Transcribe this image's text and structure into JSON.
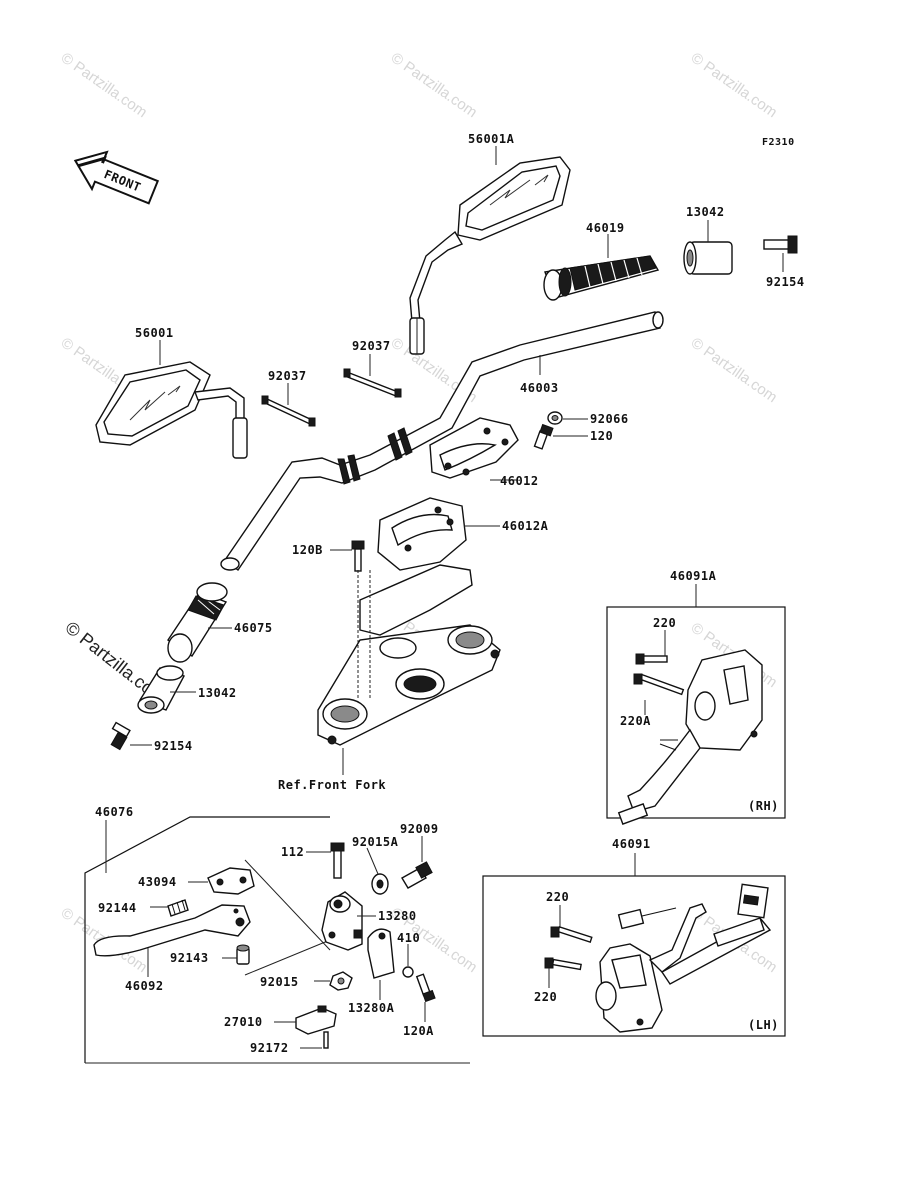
{
  "figure_code": "F2310",
  "front_label": "FRONT",
  "watermark": "© Partzilla.com",
  "ref_label": "Ref.Front Fork",
  "box_tags": {
    "rh": "(RH)",
    "lh": "(LH)"
  },
  "parts": {
    "p56001A": "56001A",
    "p56001": "56001",
    "p46019": "46019",
    "p13042_top": "13042",
    "p92154_top": "92154",
    "p92037_a": "92037",
    "p92037_b": "92037",
    "p46003": "46003",
    "p92066": "92066",
    "p120": "120",
    "p46012": "46012",
    "p46012A": "46012A",
    "p120B": "120B",
    "p46075": "46075",
    "p13042_bot": "13042",
    "p92154_bot": "92154",
    "p46091A": "46091A",
    "p220_rh": "220",
    "p220A": "220A",
    "p46076": "46076",
    "p112": "112",
    "p92015A": "92015A",
    "p92009": "92009",
    "p43094": "43094",
    "p92144": "92144",
    "p13280": "13280",
    "p410": "410",
    "p92143": "92143",
    "p46092": "46092",
    "p92015": "92015",
    "p13280A": "13280A",
    "p120A": "120A",
    "p27010": "27010",
    "p92172": "92172",
    "p46091": "46091",
    "p220_lh_a": "220",
    "p220_lh_b": "220"
  }
}
